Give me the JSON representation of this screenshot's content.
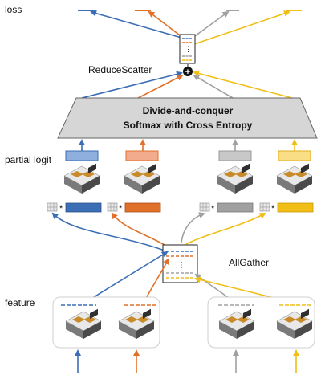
{
  "labels": {
    "loss": "loss",
    "reduce_scatter": "ReduceScatter",
    "softmax_line1": "Divide-and-conquer",
    "softmax_line2": "Softmax with Cross Entropy",
    "partial_logit": "partial logit",
    "allgather": "AllGather",
    "feature": "feature",
    "multiply_symbol": "*",
    "plus_symbol": "+",
    "ellipsis": "⋮"
  },
  "colors": {
    "blue": "#3b6eb5",
    "orange": "#e0702a",
    "gray": "#a0a0a0",
    "yellow": "#f0be16",
    "partial_blue": "#8fb0df",
    "partial_orange": "#f2ab8c",
    "partial_gray": "#c8c8c8",
    "partial_yellow": "#f9de85",
    "softmax_fill": "#d6d6d6"
  },
  "icons": {
    "gpu": "gpu-card-icon",
    "matrix": "matrix-grid-icon",
    "plus": "plus-circle-icon"
  }
}
